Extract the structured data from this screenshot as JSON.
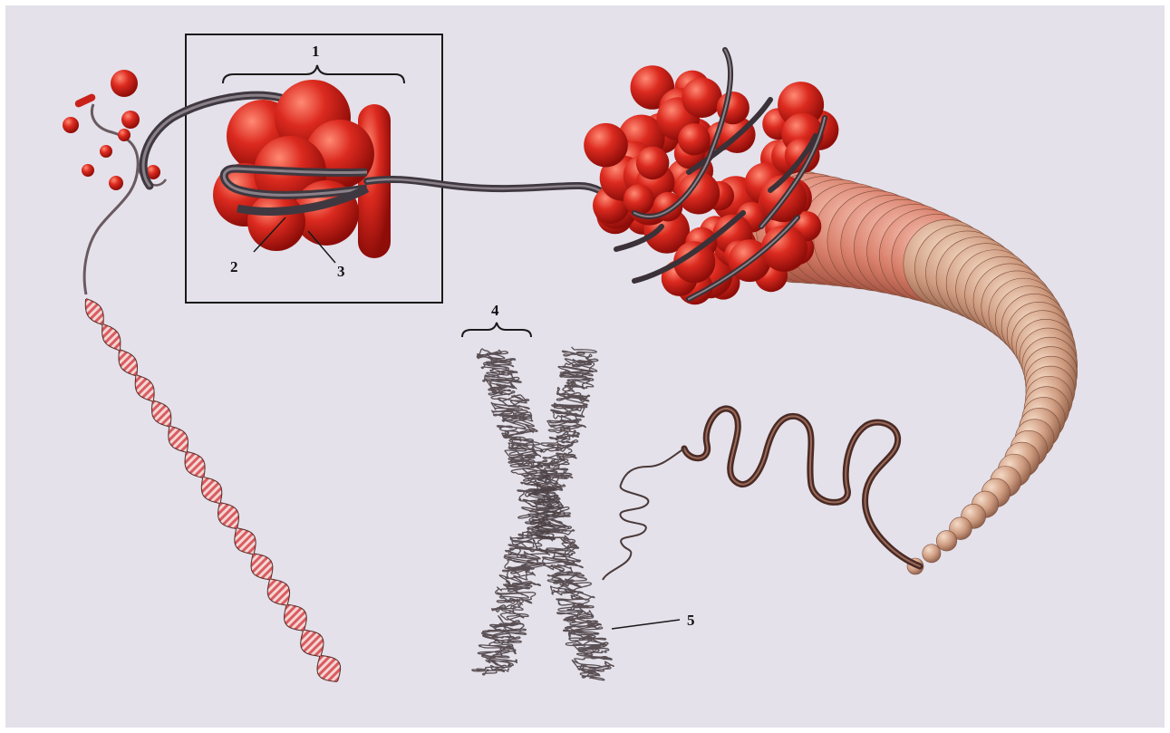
{
  "labels": {
    "one": "1",
    "two": "2",
    "three": "3",
    "four": "4",
    "five": "5"
  },
  "colors": {
    "background": "#e4e1ea",
    "histone_red": "#d8231c",
    "dna_strand": "#4a4048",
    "fiber_tan": "#c9957a",
    "dna_stripe": "#d9555a",
    "outline": "#1a1a1a"
  }
}
